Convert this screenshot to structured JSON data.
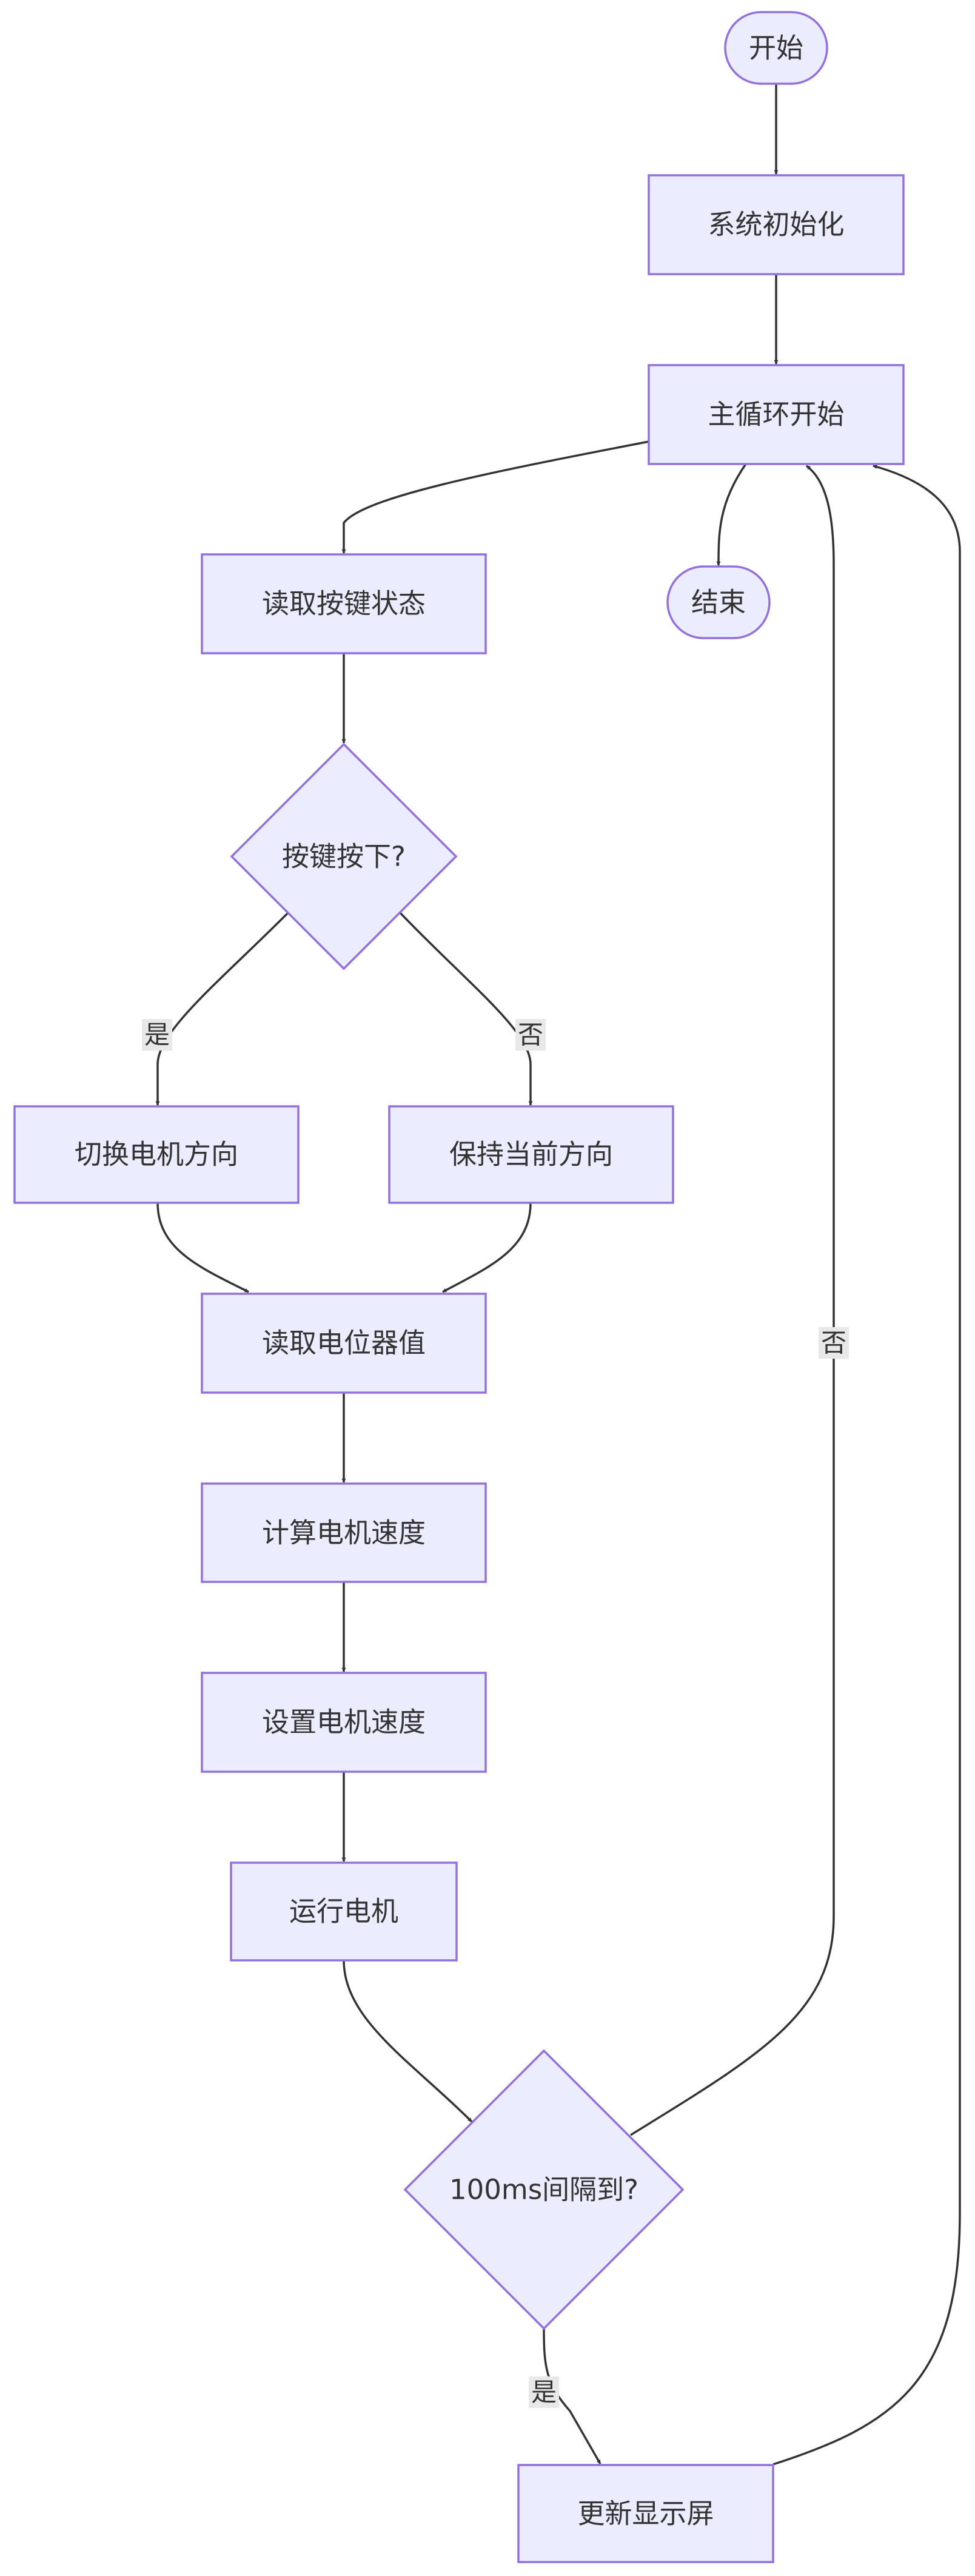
{
  "nodes": {
    "start": "开始",
    "init": "系统初始化",
    "main_loop": "主循环开始",
    "end": "结束",
    "read_key": "读取按键状态",
    "key_pressed": "按键按下?",
    "toggle_dir": "切换电机方向",
    "keep_dir": "保持当前方向",
    "read_pot": "读取电位器值",
    "calc_speed": "计算电机速度",
    "set_speed": "设置电机速度",
    "run_motor": "运行电机",
    "interval": "100ms间隔到?",
    "update_display": "更新显示屏"
  },
  "edge_labels": {
    "key_yes": "是",
    "key_no": "否",
    "interval_no": "否",
    "interval_yes": "是"
  }
}
